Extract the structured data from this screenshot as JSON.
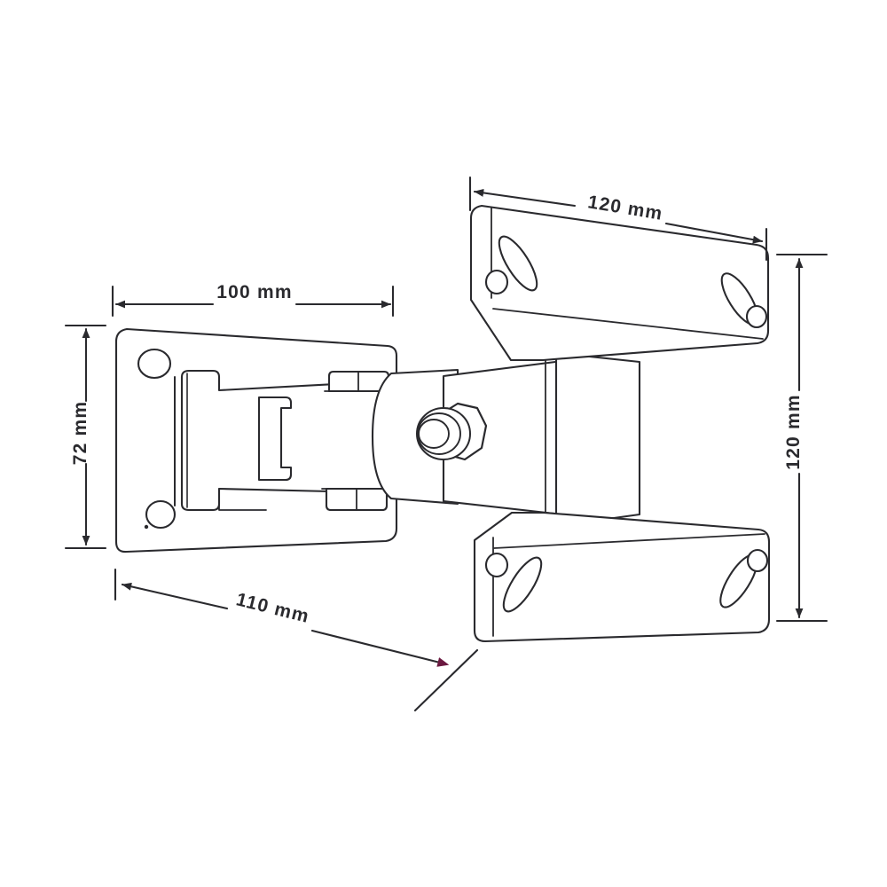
{
  "document": {
    "type": "technical-drawing",
    "subject": "Articulating TV wall mount bracket — dimensioned outline drawing",
    "background_color": "#ffffff",
    "line_color": "#2a2a2e",
    "accent_color": "#6b1840",
    "units": "mm"
  },
  "dimensions": {
    "width_top_left": {
      "label": "100 mm",
      "value": 100,
      "units": "mm",
      "orientation": "horizontal",
      "measures": "wall plate width"
    },
    "height_left": {
      "label": "72 mm",
      "value": 72,
      "units": "mm",
      "orientation": "vertical",
      "measures": "wall plate height"
    },
    "width_top_right": {
      "label": "120 mm",
      "value": 120,
      "units": "mm",
      "orientation": "angled",
      "measures": "VESA plate width"
    },
    "height_right": {
      "label": "120 mm",
      "value": 120,
      "units": "mm",
      "orientation": "vertical",
      "measures": "VESA plate height"
    },
    "extension_bottom_left": {
      "label": "110 mm",
      "value": 110,
      "units": "mm",
      "orientation": "angled",
      "measures": "arm extension depth"
    }
  },
  "parts": {
    "wall_plate": "wall-mounting-plate",
    "arm": "articulating-arm",
    "pivot": "hex-bolt-pivot-joint",
    "vesa_upper": "upper-vesa-bracket",
    "vesa_lower": "lower-vesa-bracket",
    "column": "vertical-column"
  }
}
